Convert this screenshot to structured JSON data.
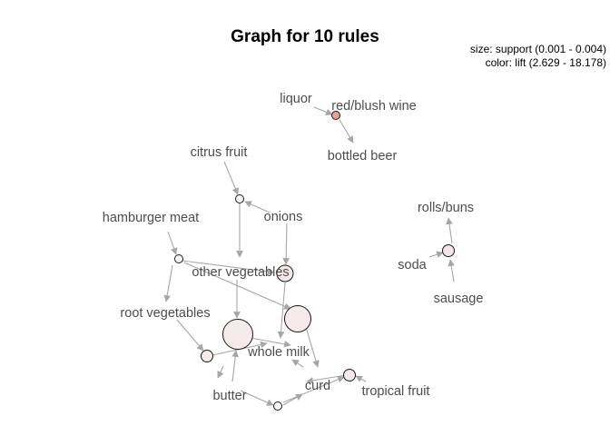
{
  "title": "Graph for 10 rules",
  "legend": {
    "size_text": "size: support (0.001 - 0.004)",
    "color_text": "color: lift (2.629 - 18.178)"
  },
  "items": [
    {
      "id": "liquor",
      "label": "liquor"
    },
    {
      "id": "red_blush_wine",
      "label": "red/blush wine"
    },
    {
      "id": "bottled_beer",
      "label": "bottled beer"
    },
    {
      "id": "citrus_fruit",
      "label": "citrus fruit"
    },
    {
      "id": "onions",
      "label": "onions"
    },
    {
      "id": "hamburger_meat",
      "label": "hamburger meat"
    },
    {
      "id": "other_vegetables",
      "label": "other vegetables"
    },
    {
      "id": "root_vegetables",
      "label": "root vegetables"
    },
    {
      "id": "whole_milk",
      "label": "whole milk"
    },
    {
      "id": "butter",
      "label": "butter"
    },
    {
      "id": "curd",
      "label": "curd"
    },
    {
      "id": "tropical_fruit",
      "label": "tropical fruit"
    },
    {
      "id": "rolls_buns",
      "label": "rolls/buns"
    },
    {
      "id": "soda",
      "label": "soda"
    },
    {
      "id": "sausage",
      "label": "sausage"
    }
  ],
  "rules": [
    {
      "id": "r1",
      "size": "tiny",
      "color": "#e8a0a0"
    },
    {
      "id": "r2",
      "size": "tiny",
      "color": "#fbf6f6"
    },
    {
      "id": "r3",
      "size": "tiny",
      "color": "#fbf6f6"
    },
    {
      "id": "r4",
      "size": "medium",
      "color": "#f3e6e6"
    },
    {
      "id": "r5",
      "size": "small",
      "color": "#f5ebeb"
    },
    {
      "id": "r6",
      "size": "large",
      "color": "#f5ebeb"
    },
    {
      "id": "r7",
      "size": "xlarge",
      "color": "#f5ebeb"
    },
    {
      "id": "r8",
      "size": "small",
      "color": "#f5ebeb"
    },
    {
      "id": "r9",
      "size": "tiny",
      "color": "#fbf6f6"
    },
    {
      "id": "r10",
      "size": "small",
      "color": "#f3e6e6"
    }
  ]
}
